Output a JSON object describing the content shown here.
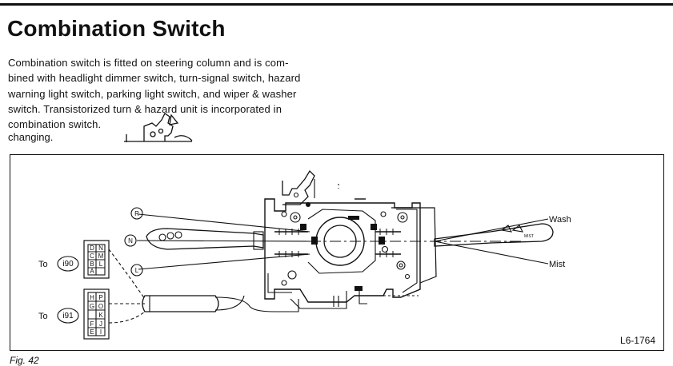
{
  "title": "Combination Switch",
  "paragraph_lines": [
    "Combination switch is fitted on steering column and is com-",
    "bined with headlight dimmer switch, turn-signal switch, hazard",
    "warning light switch, parking light switch, and wiper & washer",
    "switch. Transistorized turn & hazard unit is incorporated in",
    "combination  switch."
  ],
  "trailing_text": "changing.",
  "figure": {
    "callouts": {
      "wash": "Wash",
      "mist": "Mist"
    },
    "position_marks": {
      "r": "R",
      "n": "N",
      "l": "L"
    },
    "connector_1": {
      "to_label": "To",
      "id": "i90",
      "pins": [
        "D",
        "N",
        "C",
        "M",
        "B",
        "L",
        "A",
        ""
      ]
    },
    "connector_2": {
      "to_label": "To",
      "id": "i91",
      "pins": [
        "H",
        "P",
        "G",
        "O",
        "",
        "K",
        "F",
        "J",
        "E",
        "I"
      ]
    },
    "lever_right_label": "MIST",
    "figure_code": "L6-1764"
  },
  "caption": "Fig. 42"
}
